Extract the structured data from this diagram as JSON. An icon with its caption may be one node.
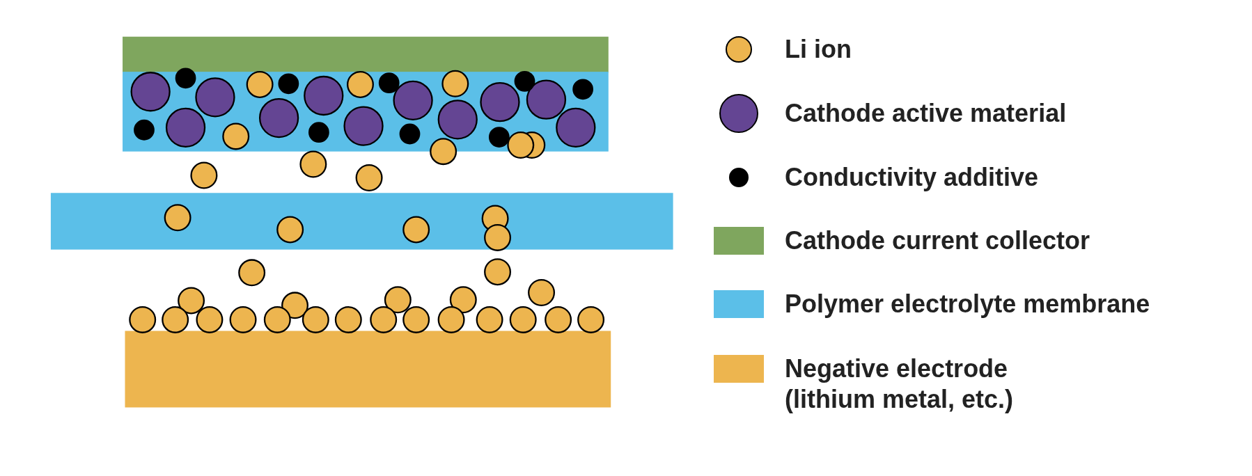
{
  "diagram": {
    "legend": [
      {
        "text": "Li ion"
      },
      {
        "text": "Cathode active material"
      },
      {
        "text": "Conductivity additive"
      },
      {
        "text": "Cathode current collector",
        "color": "#7fa65e"
      },
      {
        "text": "Polymer electrolyte membrane",
        "color": "#5bbfe8"
      },
      {
        "text": "Negative electrode (lithium metal, etc.)",
        "color": "#edb54f"
      }
    ]
  }
}
